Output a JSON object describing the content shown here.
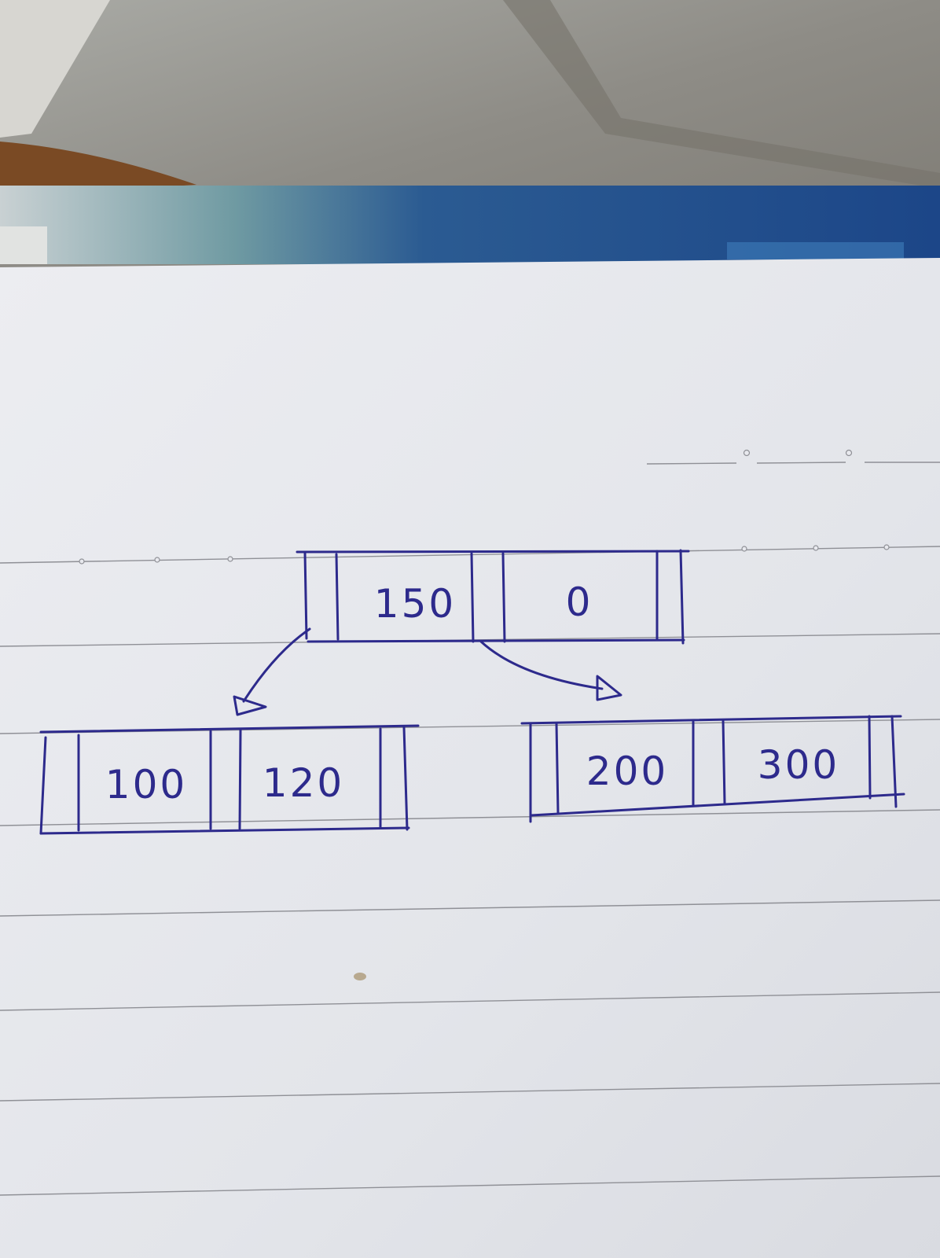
{
  "colors": {
    "ink": "#2d2a8c",
    "paper": "#e8e9ee",
    "ruled_line": "#8f9096",
    "notebook_cover": "#1f4b8c"
  },
  "diagram": {
    "root": {
      "keys": [
        "150",
        "0"
      ]
    },
    "left_child": {
      "keys": [
        "100",
        "120"
      ]
    },
    "right_child": {
      "keys": [
        "200",
        "300"
      ]
    }
  }
}
